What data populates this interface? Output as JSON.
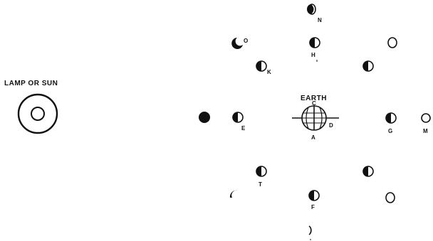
{
  "lamp": {
    "label": "LAMP OR SUN"
  },
  "earth": {
    "label": "EARTH",
    "points": {
      "top": "C",
      "right": "D",
      "bottom": "A"
    }
  },
  "moon_labels": {
    "n": "N",
    "o": "O",
    "h": "H",
    "k": "K",
    "e": "E",
    "g": "G",
    "m": "M",
    "t": "T",
    "f": "F"
  },
  "colors": {
    "ink": "#111111",
    "paper": "#ffffff"
  }
}
